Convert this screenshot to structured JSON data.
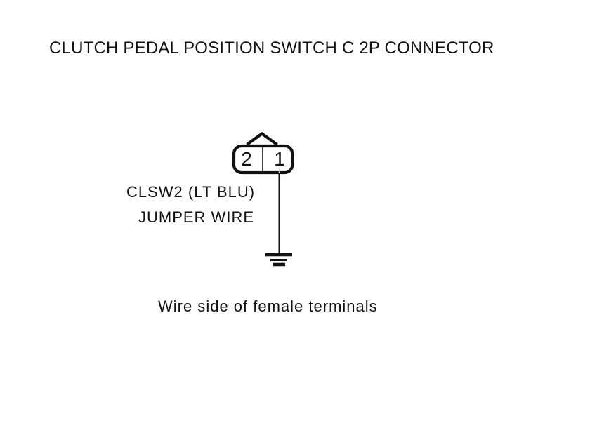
{
  "title": "CLUTCH PEDAL POSITION SWITCH C 2P CONNECTOR",
  "connector": {
    "name": "C 2P CONNECTOR",
    "terminals": [
      "2",
      "1"
    ],
    "wire_label": "CLSW2 (LT BLU)",
    "jumper_label": "JUMPER WIRE",
    "ground_icon": "ground-symbol"
  },
  "caption": "Wire side of female terminals",
  "colors": {
    "ink": "#111111",
    "background": "#ffffff"
  }
}
